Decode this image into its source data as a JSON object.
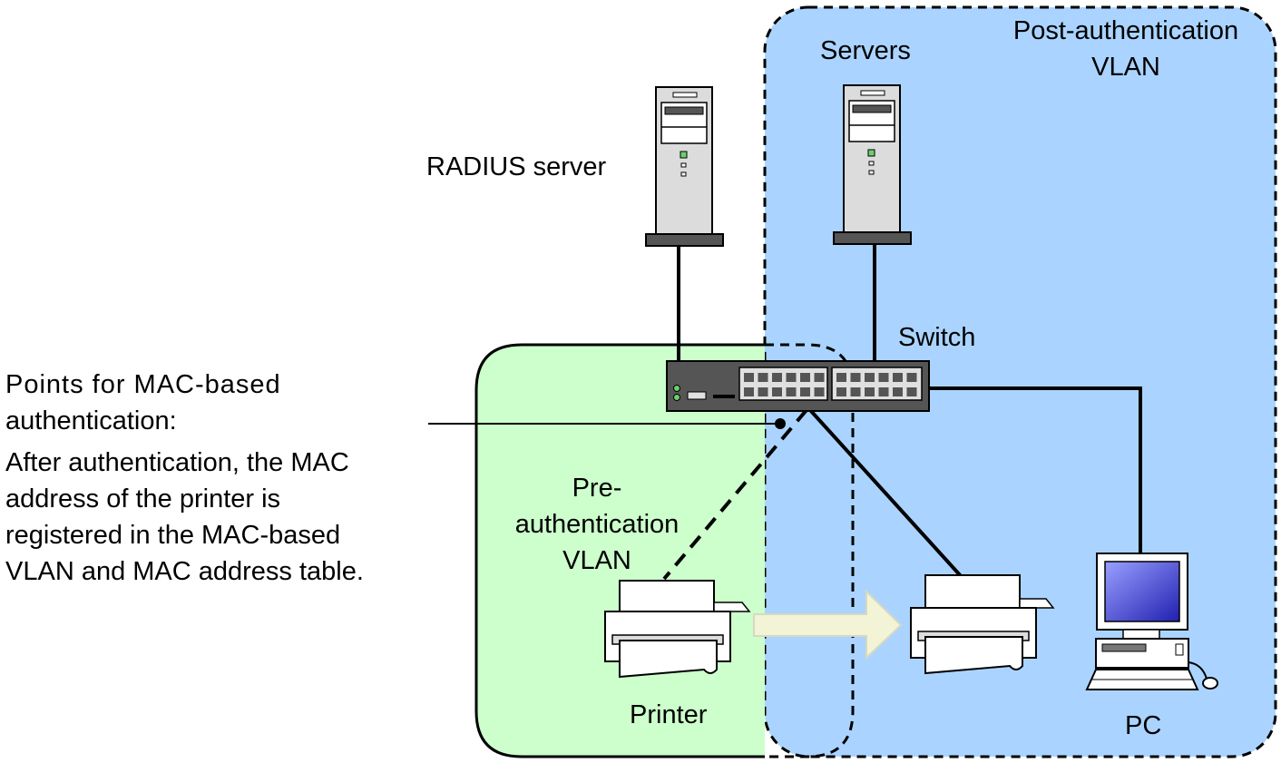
{
  "zones": {
    "post_auth": {
      "label_line1": "Post-authentication",
      "label_line2": "VLAN",
      "fill": "#aad4ff"
    },
    "pre_auth": {
      "label_line1": "Pre-",
      "label_line2": "authentication",
      "label_line3": "VLAN",
      "fill": "#ccffcc"
    }
  },
  "devices": {
    "radius": {
      "label": "RADIUS server"
    },
    "servers": {
      "label": "Servers"
    },
    "switch": {
      "label": "Switch"
    },
    "printer": {
      "label": "Printer"
    },
    "pc": {
      "label": "PC"
    }
  },
  "note": {
    "title_line1": "Points for MAC-based",
    "title_line2": "authentication:",
    "body_lines": [
      "After authentication, the MAC",
      "address of the printer is",
      "registered in the MAC-based",
      "VLAN and MAC address table."
    ]
  },
  "colors": {
    "line": "#000000",
    "arrow_fill": "#f3f3d6",
    "screen": "#3030d0"
  }
}
